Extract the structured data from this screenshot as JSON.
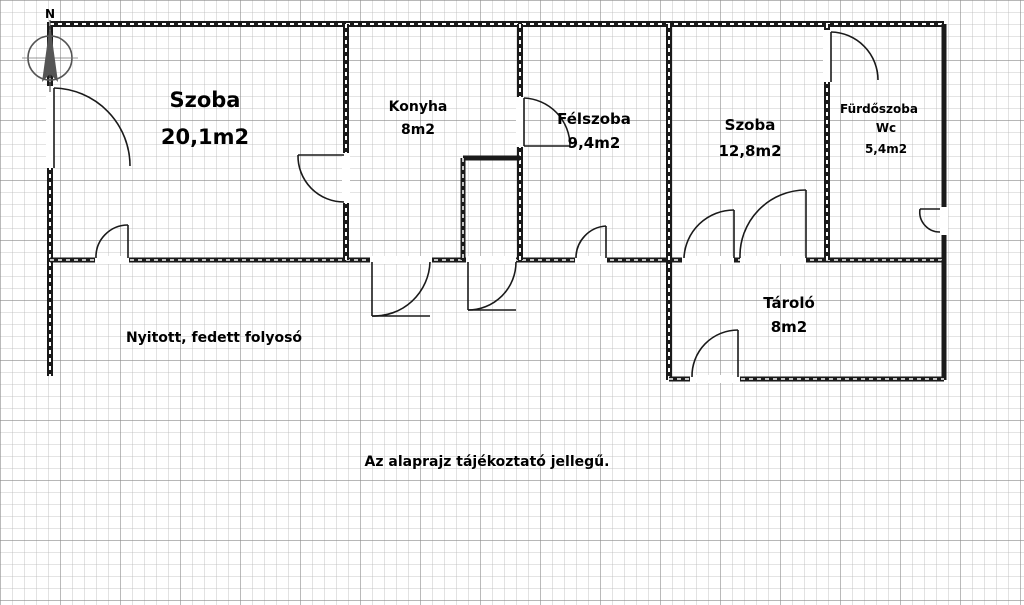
{
  "compass": {
    "north_letter": "N"
  },
  "rooms": [
    {
      "id": "szoba-1",
      "name": "Szoba",
      "area": "20,1m2"
    },
    {
      "id": "konyha",
      "name": "Konyha",
      "area": "8m2"
    },
    {
      "id": "felszoba",
      "name": "Félszoba",
      "area": "9,4m2"
    },
    {
      "id": "szoba-2",
      "name": "Szoba",
      "area": "12,8m2"
    },
    {
      "id": "furdoszoba",
      "name": "Fürdőszoba",
      "subname": "Wc",
      "area": "5,4m2"
    },
    {
      "id": "tarolo",
      "name": "Tároló",
      "area": "8m2"
    }
  ],
  "corridor": {
    "label": "Nyitott, fedett folyosó"
  },
  "notice": "Az alaprajz tájékoztató jellegű."
}
